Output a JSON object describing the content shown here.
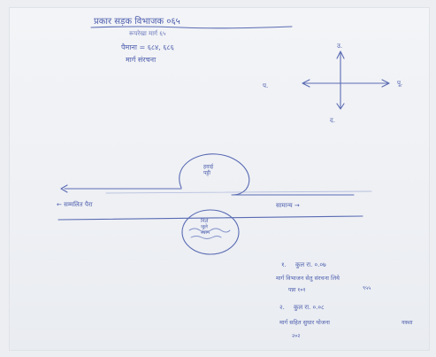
{
  "title": "प्रकार सड़क विभाजक ०६५",
  "subtitle": "रूपरेखा मार्ग ६५",
  "lines": [
    "पैमाना = ६८४, ६८६",
    "मार्ग संरचना"
  ],
  "compass": {
    "north": "उ.",
    "south": "द.",
    "east": "पू.",
    "west": "प."
  },
  "diagram": {
    "top_circle_label": "हवाई\nपट्टी",
    "left_road_label": "← सम्मलित पैरा",
    "right_road_label": "सामान्य →",
    "bottom_circle_label": "मिले\nजुले\nस्थान"
  },
  "notes": [
    {
      "number": "१.",
      "line1": "कुल रा. ०.०७",
      "line2": "मार्ग विभाजन सेतु संरचना लिये",
      "line3": "पन्ना १०१",
      "line4": "९५५"
    },
    {
      "number": "२.",
      "line1": "कुल रा. ०.०८",
      "line2": "मार्ग सहित सुधार योजना",
      "line3": "नक्शा",
      "line4": "२०२"
    }
  ]
}
